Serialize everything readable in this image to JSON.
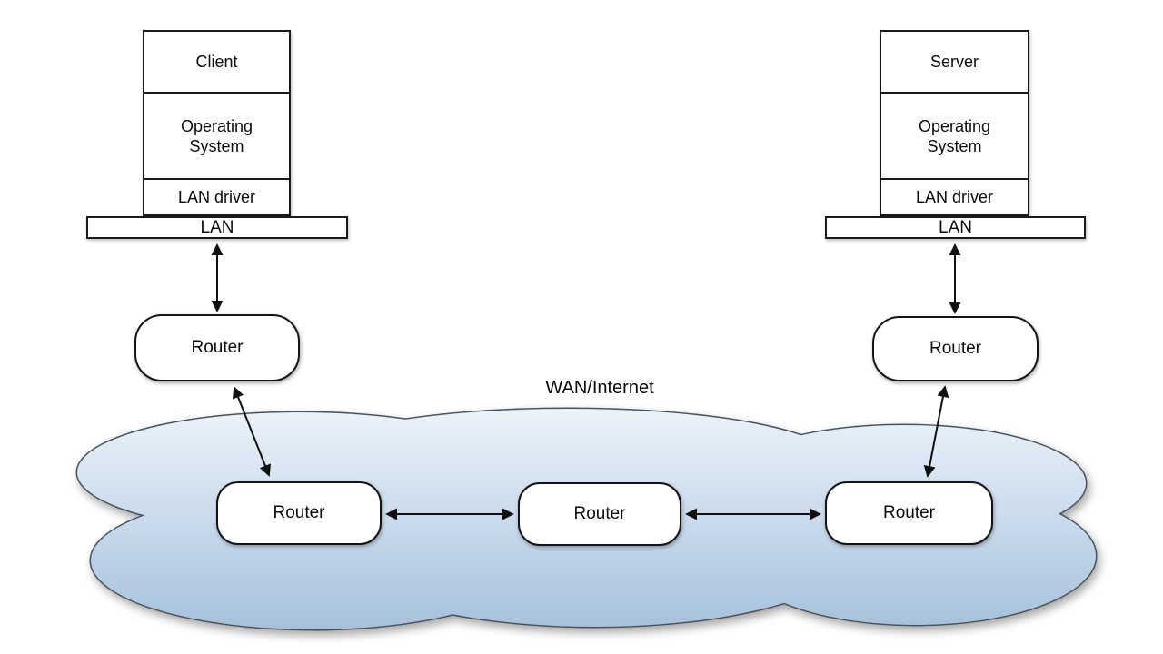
{
  "diagram": {
    "wan_label": "WAN/Internet",
    "client_stack": {
      "layers": [
        "Client",
        "Operating System",
        "LAN driver"
      ],
      "bus_label": "LAN"
    },
    "server_stack": {
      "layers": [
        "Server",
        "Operating System",
        "LAN driver"
      ],
      "bus_label": "LAN"
    },
    "edge_routers": {
      "left": "Router",
      "right": "Router"
    },
    "wan_routers": [
      "Router",
      "Router",
      "Router"
    ],
    "colors": {
      "cloud_top": "#ecf3fa",
      "cloud_mid": "#c9daec",
      "cloud_bottom": "#a4bfdb",
      "cloud_outline": "#46525e",
      "arrow": "#101010",
      "box_border": "#1a1a1a"
    }
  }
}
